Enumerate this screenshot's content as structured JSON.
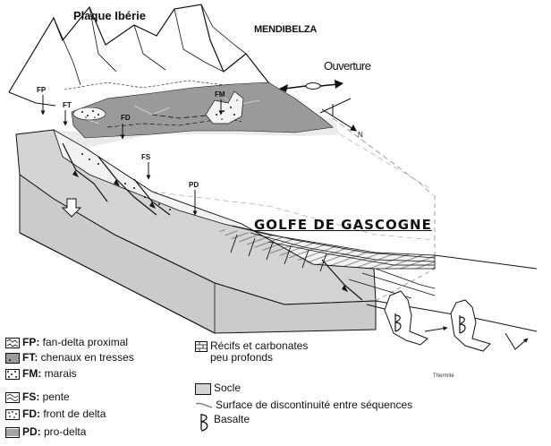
{
  "labels": {
    "region_left": "Plaque Ibérie",
    "region_right": "MENDIBELZA",
    "opening": "Ouverture",
    "north": "N",
    "gulf": "GOLFE DE GASCOGNE",
    "credit": "Thermité"
  },
  "markers": {
    "fp": "FP",
    "ft": "FT",
    "fd": "FD",
    "fm": "FM",
    "fs": "FS",
    "pd": "PD"
  },
  "legend_left": [
    {
      "code": "FP",
      "sep": ":",
      "desc": " fan-delta proximal",
      "icon": "fp-swatch-icon"
    },
    {
      "code": "FT",
      "sep": ":",
      "desc": " chenaux en tresses",
      "icon": "ft-swatch-icon"
    },
    {
      "code": "FM",
      "sep": ":",
      "desc": " marais",
      "icon": "fm-swatch-icon"
    },
    {
      "code": "FS",
      "sep": ":",
      "desc": " pente",
      "icon": "fs-swatch-icon"
    },
    {
      "code": "FD",
      "sep": ":",
      "desc": " front de delta",
      "icon": "fd-swatch-icon"
    },
    {
      "code": "PD",
      "sep": ":",
      "desc": " pro-delta",
      "icon": "pd-swatch-icon"
    }
  ],
  "legend_right": [
    {
      "desc": "Récifs et carbonates\npeu profonds",
      "icon": "reef-swatch-icon"
    },
    {
      "desc": "Socle",
      "icon": "socle-swatch-icon"
    },
    {
      "desc": "Surface de discontinuité entre séquences",
      "icon": "discontinuity-line-icon"
    },
    {
      "desc": "Basalte",
      "icon": "basalt-symbol-icon"
    }
  ],
  "colors": {
    "socle": "#d4d4d4",
    "socle_dark": "#c4c4c4",
    "fm_zone": "#9a9a9a",
    "slope_band": "#e9e9e9",
    "ink": "#111111"
  }
}
